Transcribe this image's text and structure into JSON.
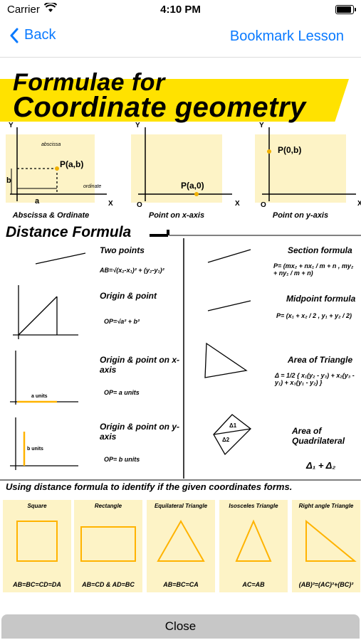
{
  "status_bar": {
    "carrier": "Carrier",
    "time": "4:10 PM"
  },
  "nav": {
    "back_label": "Back",
    "bookmark_label": "Bookmark Lesson"
  },
  "sheet": {
    "title_line1": "Formulae for",
    "title_line2": "Coordinate geometry",
    "top_panels": [
      {
        "caption": "Abscissa & Ordinate",
        "point": "P(a,b)",
        "abscissa": "abscissa",
        "ordinate": "ordinate",
        "a": "a",
        "b": "b"
      },
      {
        "caption": "Point on x-axis",
        "point": "P(a,0)"
      },
      {
        "caption": "Point on y-axis",
        "point": "P(0,b)"
      }
    ],
    "axis_x": "X",
    "axis_y": "Y",
    "origin": "O",
    "distance_title": "Distance Formula",
    "left_formulas": [
      {
        "name": "Two points",
        "expr": "AB=√(x₂-x₁)² + (y₂-y₁)²"
      },
      {
        "name": "Origin & point",
        "expr": "OP=√a² + b²"
      },
      {
        "name": "Origin & point on x-axis",
        "expr": "OP= a units"
      },
      {
        "name": "Origin & point on y-axis",
        "expr": "OP= b units"
      }
    ],
    "right_formulas": [
      {
        "name": "Section formula",
        "expr": "P= (mx₂ + nx₁ / m + n , my₂ + ny₁ / m + n)"
      },
      {
        "name": "Midpoint formula",
        "expr": "P= (x₁ + x₂ / 2 , y₁ + y₂ / 2)"
      },
      {
        "name": "Area of Triangle",
        "expr": "Δ = 1/2 { x₁(y₂ - y₃) + x₂(y₃ - y₁) + x₃(y₁ - y₂) }"
      },
      {
        "name": "Area of Quadrilateral",
        "expr": "Δ₁ + Δ₂"
      }
    ],
    "using_title": "Using distance formula to identify if the given coordinates forms.",
    "shapes": [
      {
        "name": "Square",
        "formula": "AB=BC=CD=DA"
      },
      {
        "name": "Rectangle",
        "formula": "AB=CD & AD=BC"
      },
      {
        "name": "Equilateral Triangle",
        "formula": "AB=BC=CA"
      },
      {
        "name": "Isosceles Triangle",
        "formula": "AC=AB"
      },
      {
        "name": "Right angle Triangle",
        "formula": "(AB)²=(AC)²+(BC)²"
      }
    ]
  },
  "close_label": "Close",
  "colors": {
    "accent": "#0a7aff",
    "yellow": "#ffe200",
    "panel": "#fdf3c6"
  }
}
